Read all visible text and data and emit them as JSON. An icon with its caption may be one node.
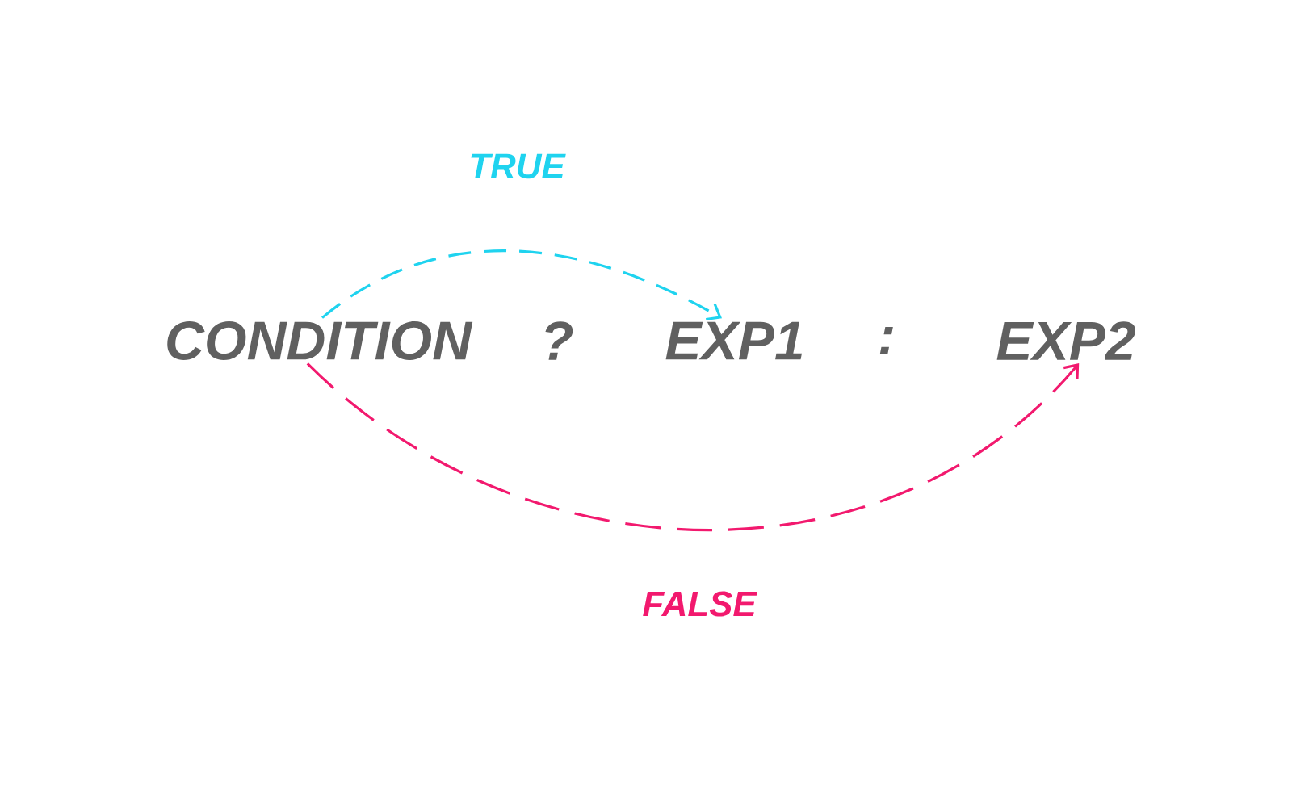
{
  "diagram": {
    "nodes": [
      {
        "text": [
          "CONDITION"
        ]
      },
      {
        "text": [
          "EXP1"
        ]
      },
      {
        "text": [
          "EXP2"
        ]
      }
    ],
    "edges": [
      {
        "from": 0,
        "to": 1,
        "arrow": "to",
        "label": "TRUE",
        "style": "dashed",
        "color": "#1fd3ef"
      },
      {
        "from": 0,
        "to": 2,
        "arrow": "to",
        "label": "FALSE",
        "style": "dashed",
        "color": "#f2196e"
      }
    ],
    "labels": [
      "?",
      ":"
    ]
  }
}
